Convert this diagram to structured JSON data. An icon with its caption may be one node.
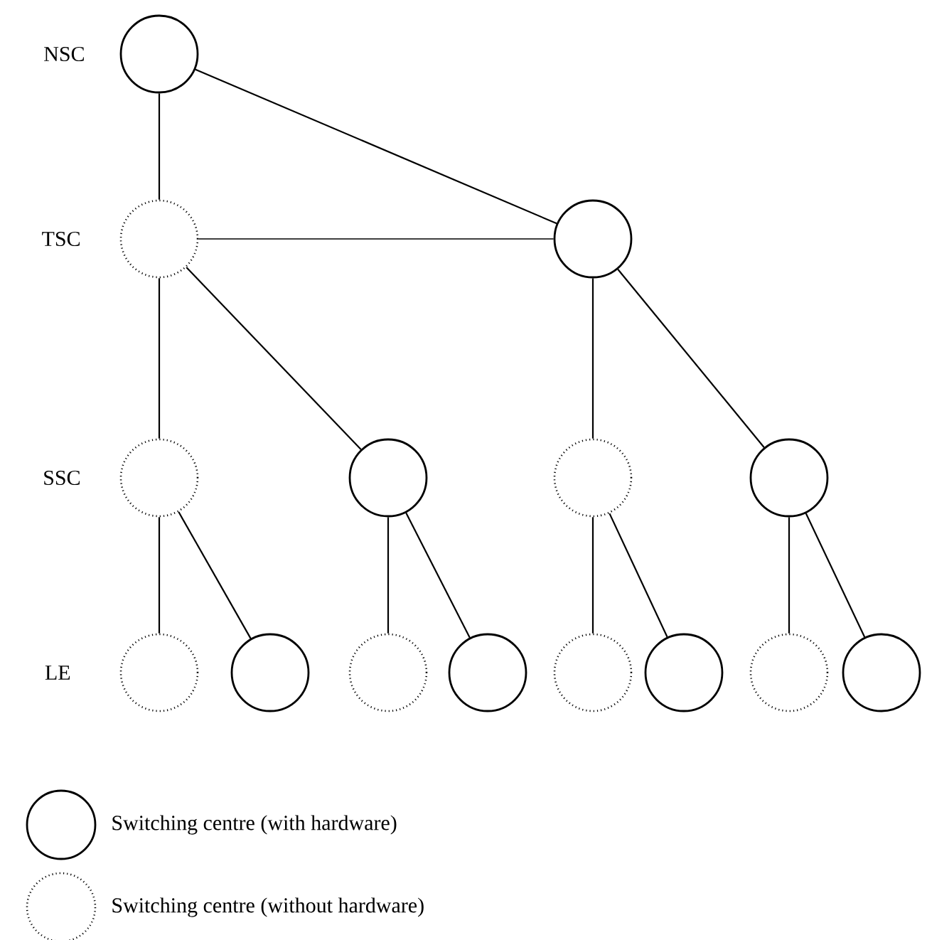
{
  "diagram": {
    "nodes": [
      {
        "text": [],
        "shape": "circle"
      },
      {
        "text": [],
        "shape": "circle"
      },
      {
        "text": [],
        "shape": "circle"
      },
      {
        "text": [],
        "shape": "circle"
      },
      {
        "text": [],
        "shape": "circle"
      },
      {
        "text": [],
        "shape": "circle"
      },
      {
        "text": [],
        "shape": "circle"
      },
      {
        "text": [],
        "shape": "circle"
      },
      {
        "text": [],
        "shape": "circle"
      },
      {
        "text": [],
        "shape": "circle"
      },
      {
        "text": [],
        "shape": "circle"
      },
      {
        "text": [],
        "shape": "circle"
      },
      {
        "text": [],
        "shape": "circle"
      },
      {
        "text": [],
        "shape": "circle"
      },
      {
        "text": [],
        "shape": "circle"
      }
    ],
    "edges": [
      {
        "from": 0,
        "to": 1,
        "arrow": "none"
      },
      {
        "from": 0,
        "to": 2,
        "arrow": "none"
      },
      {
        "from": 1,
        "to": 2,
        "arrow": "none"
      },
      {
        "from": 1,
        "to": 3,
        "arrow": "none"
      },
      {
        "from": 1,
        "to": 4,
        "arrow": "none"
      },
      {
        "from": 2,
        "to": 5,
        "arrow": "none"
      },
      {
        "from": 2,
        "to": 6,
        "arrow": "none"
      },
      {
        "from": 3,
        "to": 7,
        "arrow": "none"
      },
      {
        "from": 3,
        "to": 8,
        "arrow": "none"
      },
      {
        "from": 4,
        "to": 9,
        "arrow": "none"
      },
      {
        "from": 4,
        "to": 10,
        "arrow": "none"
      },
      {
        "from": 5,
        "to": 11,
        "arrow": "none"
      },
      {
        "from": 5,
        "to": 12,
        "arrow": "none"
      },
      {
        "from": 6,
        "to": 13,
        "arrow": "none"
      },
      {
        "from": 6,
        "to": 14,
        "arrow": "none"
      }
    ],
    "labels": [
      "NSC",
      "TSC",
      "SSC",
      "LE"
    ],
    "legend": [
      {
        "text": "Switching centre (with hardware)"
      },
      {
        "text": "Switching centre (without hardware)"
      }
    ]
  }
}
